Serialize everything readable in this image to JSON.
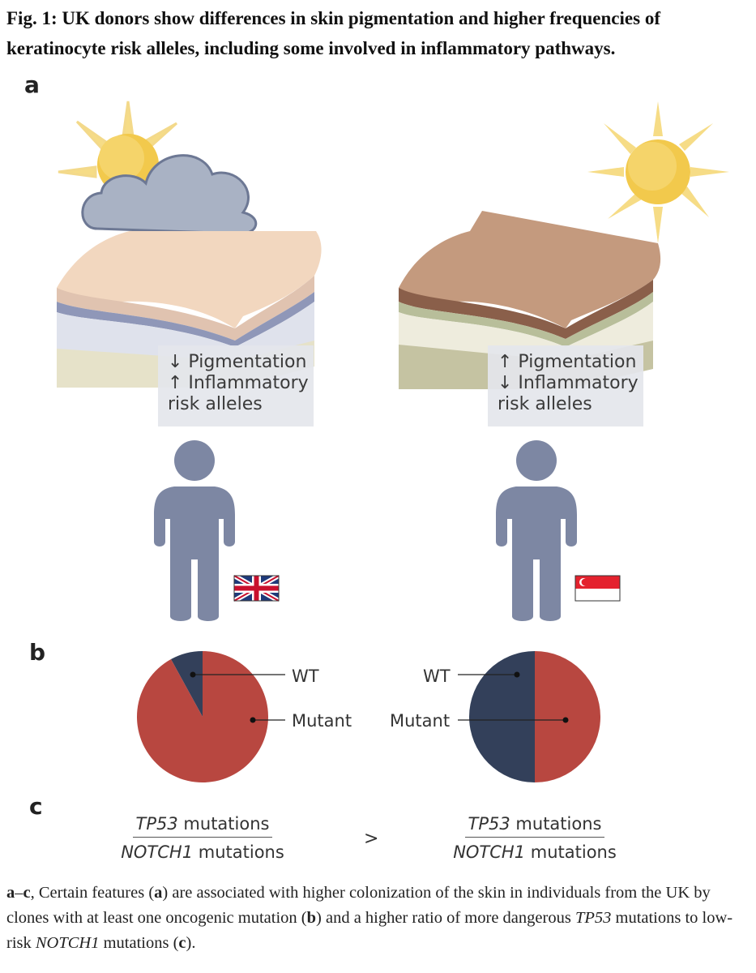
{
  "figure": {
    "title": "Fig. 1: UK donors show differences in skin pigmentation and higher frequencies of keratinocyte risk alleles, including some involved in inflammatory pathways."
  },
  "panel_a": {
    "letter": "a",
    "left": {
      "line1": "↓ Pigmentation",
      "line2": "↑ Inflammatory",
      "line3": "risk alleles",
      "flag": "uk-flag"
    },
    "right": {
      "line1": "↑ Pigmentation",
      "line2": "↓ Inflammatory",
      "line3": "risk alleles",
      "flag": "singapore-flag"
    },
    "colors": {
      "sun": "#f2c94c",
      "cloud": "#a9b2c4",
      "person": "#7d87a3",
      "light_skin": "#f2d7bf",
      "dark_skin": "#c49a7e"
    }
  },
  "panel_b": {
    "letter": "b",
    "left_labels": {
      "wt": "WT",
      "mutant": "Mutant"
    },
    "right_labels": {
      "wt": "WT",
      "mutant": "Mutant"
    },
    "colors": {
      "wt": "#33405a",
      "mutant": "#b84740"
    }
  },
  "panel_c": {
    "letter": "c",
    "left": {
      "gene_num": "TP53",
      "num_rest": " mutations",
      "gene_den": "NOTCH1",
      "den_rest": " mutations"
    },
    "comparator": ">",
    "right": {
      "gene_num": "TP53",
      "num_rest": " mutations",
      "gene_den": "NOTCH1",
      "den_rest": " mutations"
    }
  },
  "chart_data": [
    {
      "type": "pie",
      "labels": [
        "WT",
        "Mutant"
      ],
      "values": [
        8,
        92
      ]
    },
    {
      "type": "pie",
      "labels": [
        "WT",
        "Mutant"
      ],
      "values": [
        50,
        50
      ]
    }
  ],
  "caption": {
    "range_a": "a",
    "range_dash": "–",
    "range_c": "c",
    "t1": ", Certain features (",
    "a": "a",
    "t2": ") are associated with higher colonization of the skin in individuals from the UK by clones with at least one oncogenic mutation (",
    "b": "b",
    "t3": ") and a higher ratio of more dangerous ",
    "tp53": "TP53",
    "t4": " mutations to low-risk ",
    "notch1": "NOTCH1",
    "t5": " mutations (",
    "c": "c",
    "t6": ")."
  }
}
